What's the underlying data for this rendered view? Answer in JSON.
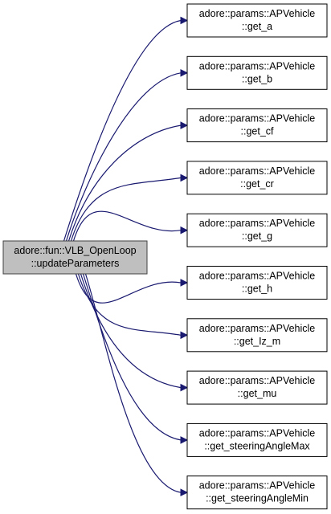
{
  "graph": {
    "root": {
      "line1": "adore::fun::VLB_OpenLoop",
      "line2": "::updateParameters"
    },
    "callees": [
      {
        "line1": "adore::params::APVehicle",
        "line2": "::get_a"
      },
      {
        "line1": "adore::params::APVehicle",
        "line2": "::get_b"
      },
      {
        "line1": "adore::params::APVehicle",
        "line2": "::get_cf"
      },
      {
        "line1": "adore::params::APVehicle",
        "line2": "::get_cr"
      },
      {
        "line1": "adore::params::APVehicle",
        "line2": "::get_g"
      },
      {
        "line1": "adore::params::APVehicle",
        "line2": "::get_h"
      },
      {
        "line1": "adore::params::APVehicle",
        "line2": "::get_Iz_m"
      },
      {
        "line1": "adore::params::APVehicle",
        "line2": "::get_mu"
      },
      {
        "line1": "adore::params::APVehicle",
        "line2": "::get_steeringAngleMax"
      },
      {
        "line1": "adore::params::APVehicle",
        "line2": "::get_steeringAngleMin"
      }
    ],
    "colors": {
      "edge": "#191970",
      "root_fill": "#bfbfbf",
      "node_fill": "#ffffff",
      "border": "#000000"
    }
  }
}
